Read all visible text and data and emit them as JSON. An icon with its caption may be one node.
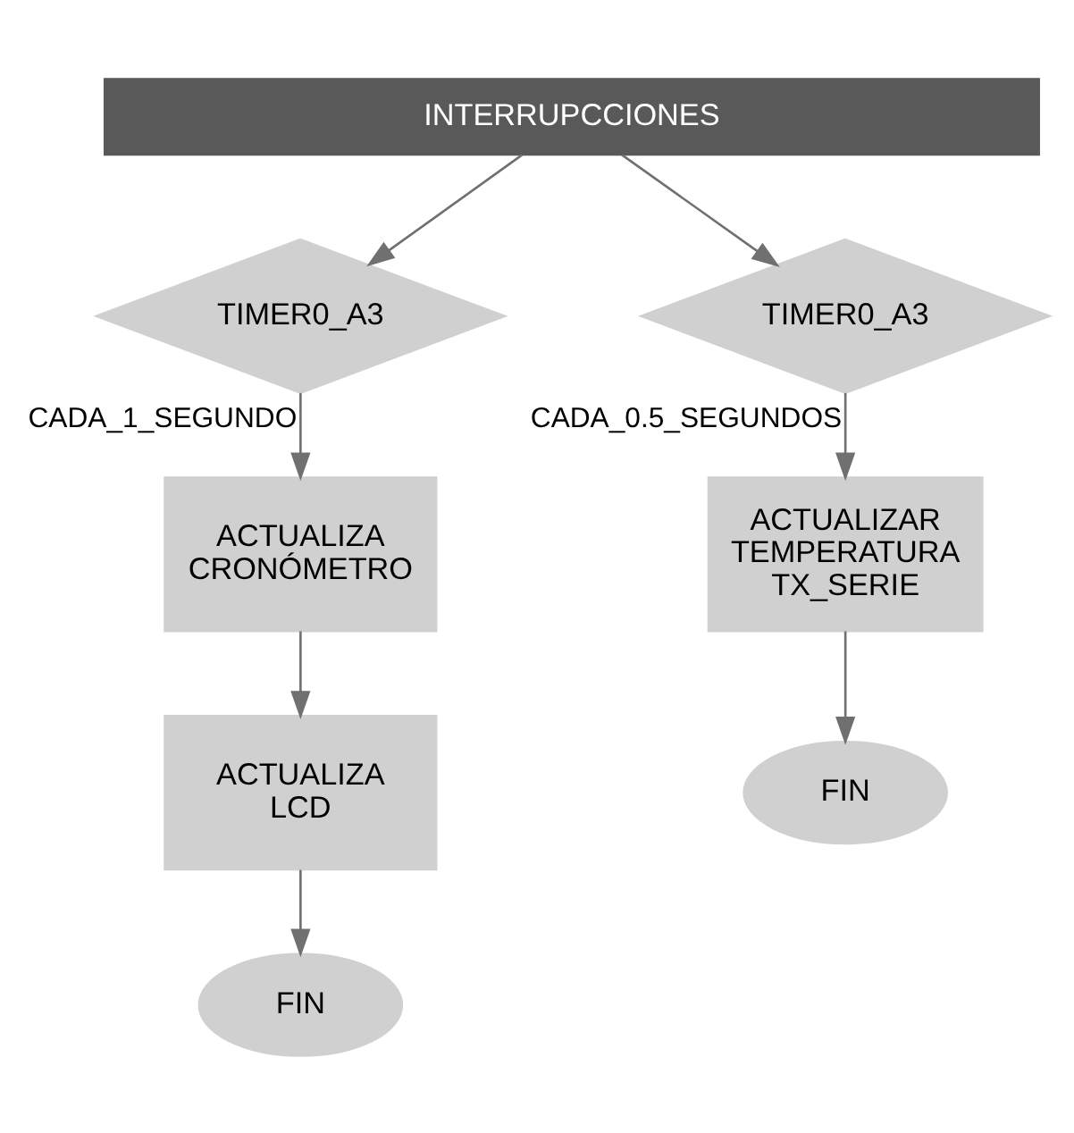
{
  "diagram": {
    "nodes": [
      {
        "text": [
          "INTERRUPCCIONES"
        ]
      },
      {
        "text": [
          "TIMER0_A3"
        ]
      },
      {
        "text": [
          "TIMER0_A3"
        ]
      },
      {
        "text": [
          "ACTUALIZA CRONÓMETRO"
        ]
      },
      {
        "text": [
          "ACTUALIZA LCD"
        ]
      },
      {
        "text": [
          "FIN"
        ]
      },
      {
        "text": [
          "ACTUALIZAR TEMPERATURA TX_SERIE"
        ]
      },
      {
        "text": [
          "FIN"
        ]
      }
    ],
    "edges": [
      {
        "from": 0,
        "to": 1,
        "arrow": "to"
      },
      {
        "from": 0,
        "to": 2,
        "arrow": "to"
      },
      {
        "from": 1,
        "to": 3,
        "arrow": "to",
        "label": "CADA_1_SEGUNDO"
      },
      {
        "from": 3,
        "to": 4,
        "arrow": "to"
      },
      {
        "from": 4,
        "to": 5,
        "arrow": "to"
      },
      {
        "from": 2,
        "to": 6,
        "arrow": "to",
        "label": "CADA_0.5_SEGUNDOS"
      },
      {
        "from": 6,
        "to": 7,
        "arrow": "to"
      }
    ]
  }
}
